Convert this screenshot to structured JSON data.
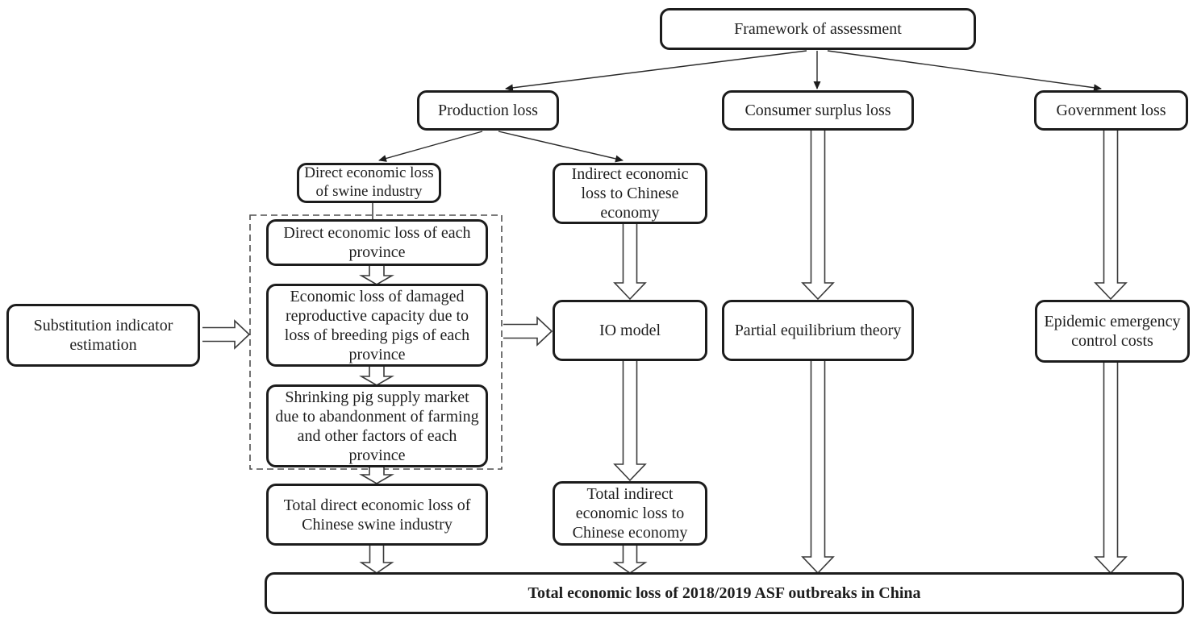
{
  "diagram": {
    "nodes": {
      "framework": "Framework of assessment",
      "production_loss": "Production loss",
      "consumer_surplus_loss": "Consumer surplus loss",
      "government_loss": "Government loss",
      "direct_loss_swine": "Direct economic loss of swine industry",
      "indirect_loss_economy": "Indirect economic loss to Chinese economy",
      "substitution_indicator": "Substitution indicator estimation",
      "direct_loss_province": "Direct economic loss of each province",
      "reproductive_loss": "Economic loss of damaged reproductive capacity due to loss of breeding pigs of each province",
      "shrinking_supply": "Shrinking pig supply market due to abandonment of farming and other factors of each province",
      "total_direct_loss": "Total direct economic loss of Chinese swine industry",
      "io_model": "IO model",
      "total_indirect_loss": "Total indirect economic loss to Chinese economy",
      "partial_equilibrium": "Partial equilibrium theory",
      "epidemic_costs": "Epidemic emergency control costs",
      "total_loss": "Total economic loss of 2018/2019 ASF outbreaks in China"
    },
    "colors": {
      "box_border": "#1c1c1c",
      "box_fill": "#ffffff",
      "text": "#1e1e1e",
      "dashed_group_border": "#4f4f4f",
      "arrow_outline": "#3a3a3a"
    }
  }
}
